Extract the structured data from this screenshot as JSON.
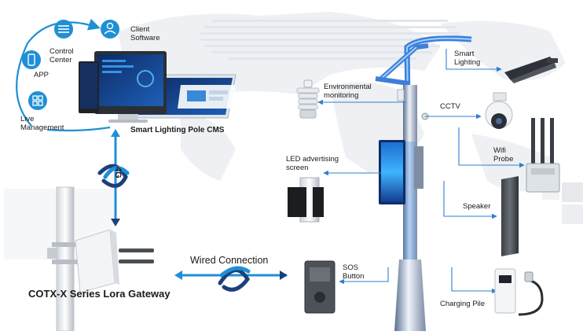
{
  "labels": {
    "client_software": "Client\nSoftware",
    "control_center": "Control\nCenter",
    "app": "APP",
    "live_management": "Live\nManagement",
    "cms_title": "Smart Lighting Pole CMS",
    "link_4g": "4G",
    "wired_connection": "Wired Connection",
    "gateway_title": "COTX-X Series Lora Gateway",
    "environmental_monitoring": "Environmental\nmonitoring",
    "smart_lighting": "Smart\nLighting",
    "cctv": "CCTV",
    "led_advertising": "LED advertising\nscreen",
    "wifi_probe": "Wifi\nProbe",
    "speaker": "Speaker",
    "sos_button": "SOS\nButton",
    "charging_pile": "Charging Pile"
  },
  "colors": {
    "arrow_blue": "#1f8fd6",
    "arrow_navy": "#1d3f7a",
    "pole_blue": "#3d7fd9",
    "pole_glow": "#9fd0ff",
    "map_grey": "#eef0f3",
    "device_dark": "#2b2f36",
    "callout_line": "#2d7fd2"
  },
  "icons": {
    "client": "users-icon",
    "control": "sliders-icon",
    "app": "mobile-icon",
    "live": "grid-icon"
  }
}
